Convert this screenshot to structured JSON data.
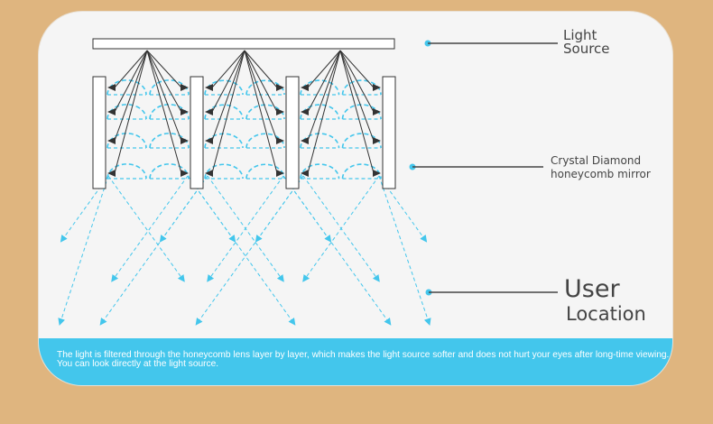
{
  "labels": {
    "light_source": [
      "Light",
      "Source"
    ],
    "mirror": [
      "Crystal Diamond",
      "honeycomb mirror"
    ],
    "user_line1": "User",
    "user_line2": "Location"
  },
  "footer_text": "The light is filtered through the honeycomb lens layer by layer, which makes the light source softer and does not hurt your eyes after long-time viewing. You can look directly at the light source.",
  "colors": {
    "background": "#dfb57f",
    "card": "#f5f5f5",
    "accent": "#43c6ec",
    "outline": "#333333",
    "text": "#444444"
  }
}
